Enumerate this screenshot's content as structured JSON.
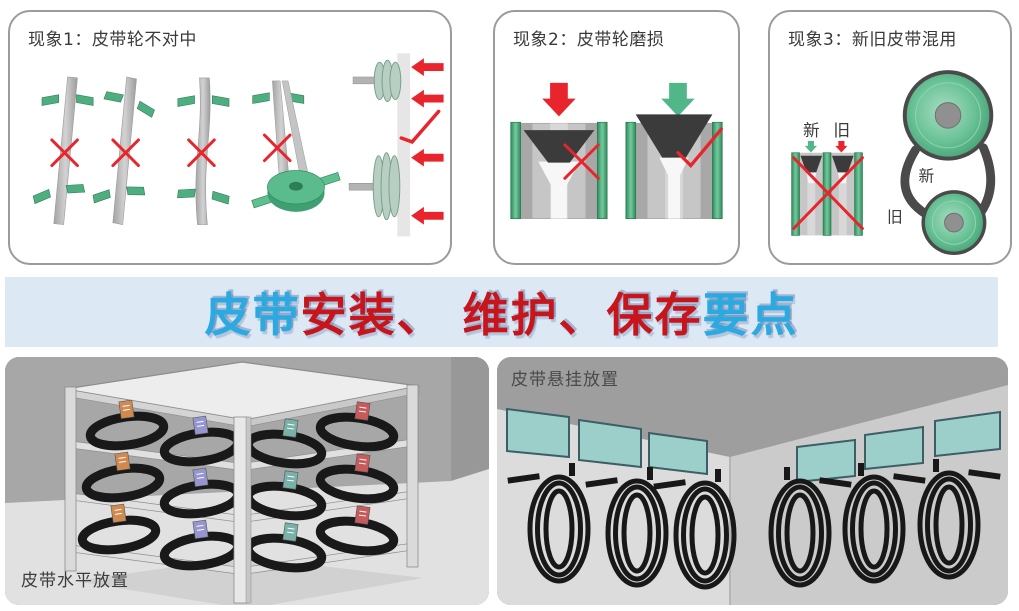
{
  "panels": [
    {
      "title": "现象1：皮带轮不对中"
    },
    {
      "title": "现象2：皮带轮磨损"
    },
    {
      "title": "现象3：新旧皮带混用",
      "label_new": "新",
      "label_old": "旧",
      "drive_label_new": "新",
      "drive_label_old": "旧"
    }
  ],
  "banner": {
    "segment_blue_1": "皮带",
    "segment_red": "安装、 维护、保存",
    "segment_blue_2": "要点"
  },
  "storage_images": {
    "flat_label": "皮带水平放置",
    "hanging_label": "皮带悬挂放置"
  },
  "icons": {
    "red-x-icon": "×",
    "red-check-icon": "✓",
    "red-down-arrow-icon": "▼",
    "green-down-arrow-icon": "▼",
    "red-left-arrow-icon": "◀"
  },
  "colors": {
    "banner_background": "#dce9f5",
    "banner_blue": "#2aaae1",
    "banner_red": "#c8151c",
    "mark_red": "#e8252c",
    "arrow_green": "#52b788",
    "pulley_green": "#4aa87c",
    "belt_gray": "#b9b9b9",
    "belt_dark": "#3b3b3b",
    "sign_teal": "#9ccfca"
  }
}
